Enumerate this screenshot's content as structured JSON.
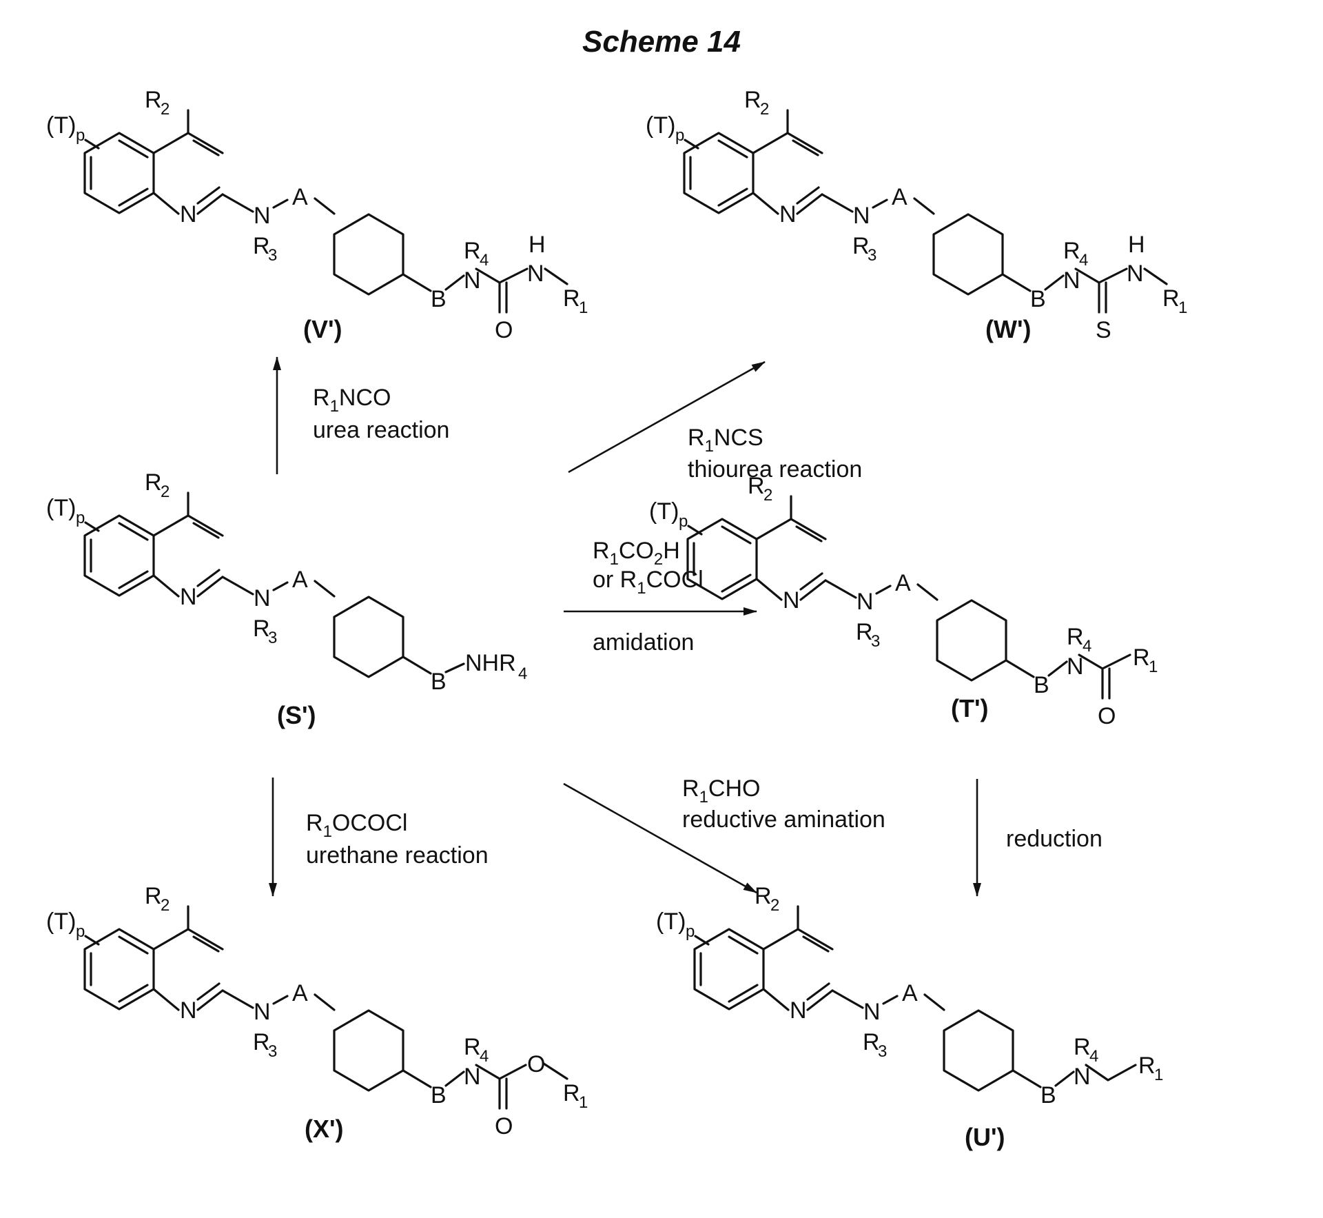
{
  "title": "Scheme 14",
  "atoms": {
    "T": "(T)",
    "p": "p",
    "R": "R",
    "R1_sub": "1",
    "R2_sub": "2",
    "R3_sub": "3",
    "R4_sub": "4",
    "N": "N",
    "A": "A",
    "B": "B",
    "H": "H",
    "O": "O",
    "S": "S",
    "NHR": "NHR"
  },
  "compounds": {
    "V": "(V')",
    "W": "(W')",
    "S": "(S')",
    "T": "(T')",
    "X": "(X')",
    "U": "(U')"
  },
  "reactions": {
    "urea": {
      "reagent": "R1NCO",
      "name": "urea reaction"
    },
    "thiourea": {
      "reagent": "R1NCS",
      "name": "thiourea reaction"
    },
    "amidation": {
      "reagent1": "R1CO2H",
      "reagent2": "or R1COCl",
      "name": "amidation"
    },
    "urethane": {
      "reagent": "R1OCOCl",
      "name": "urethane reaction"
    },
    "reductive": {
      "reagent": "R1CHO",
      "name": "reductive amination"
    },
    "reduction": {
      "name": "reduction"
    }
  }
}
